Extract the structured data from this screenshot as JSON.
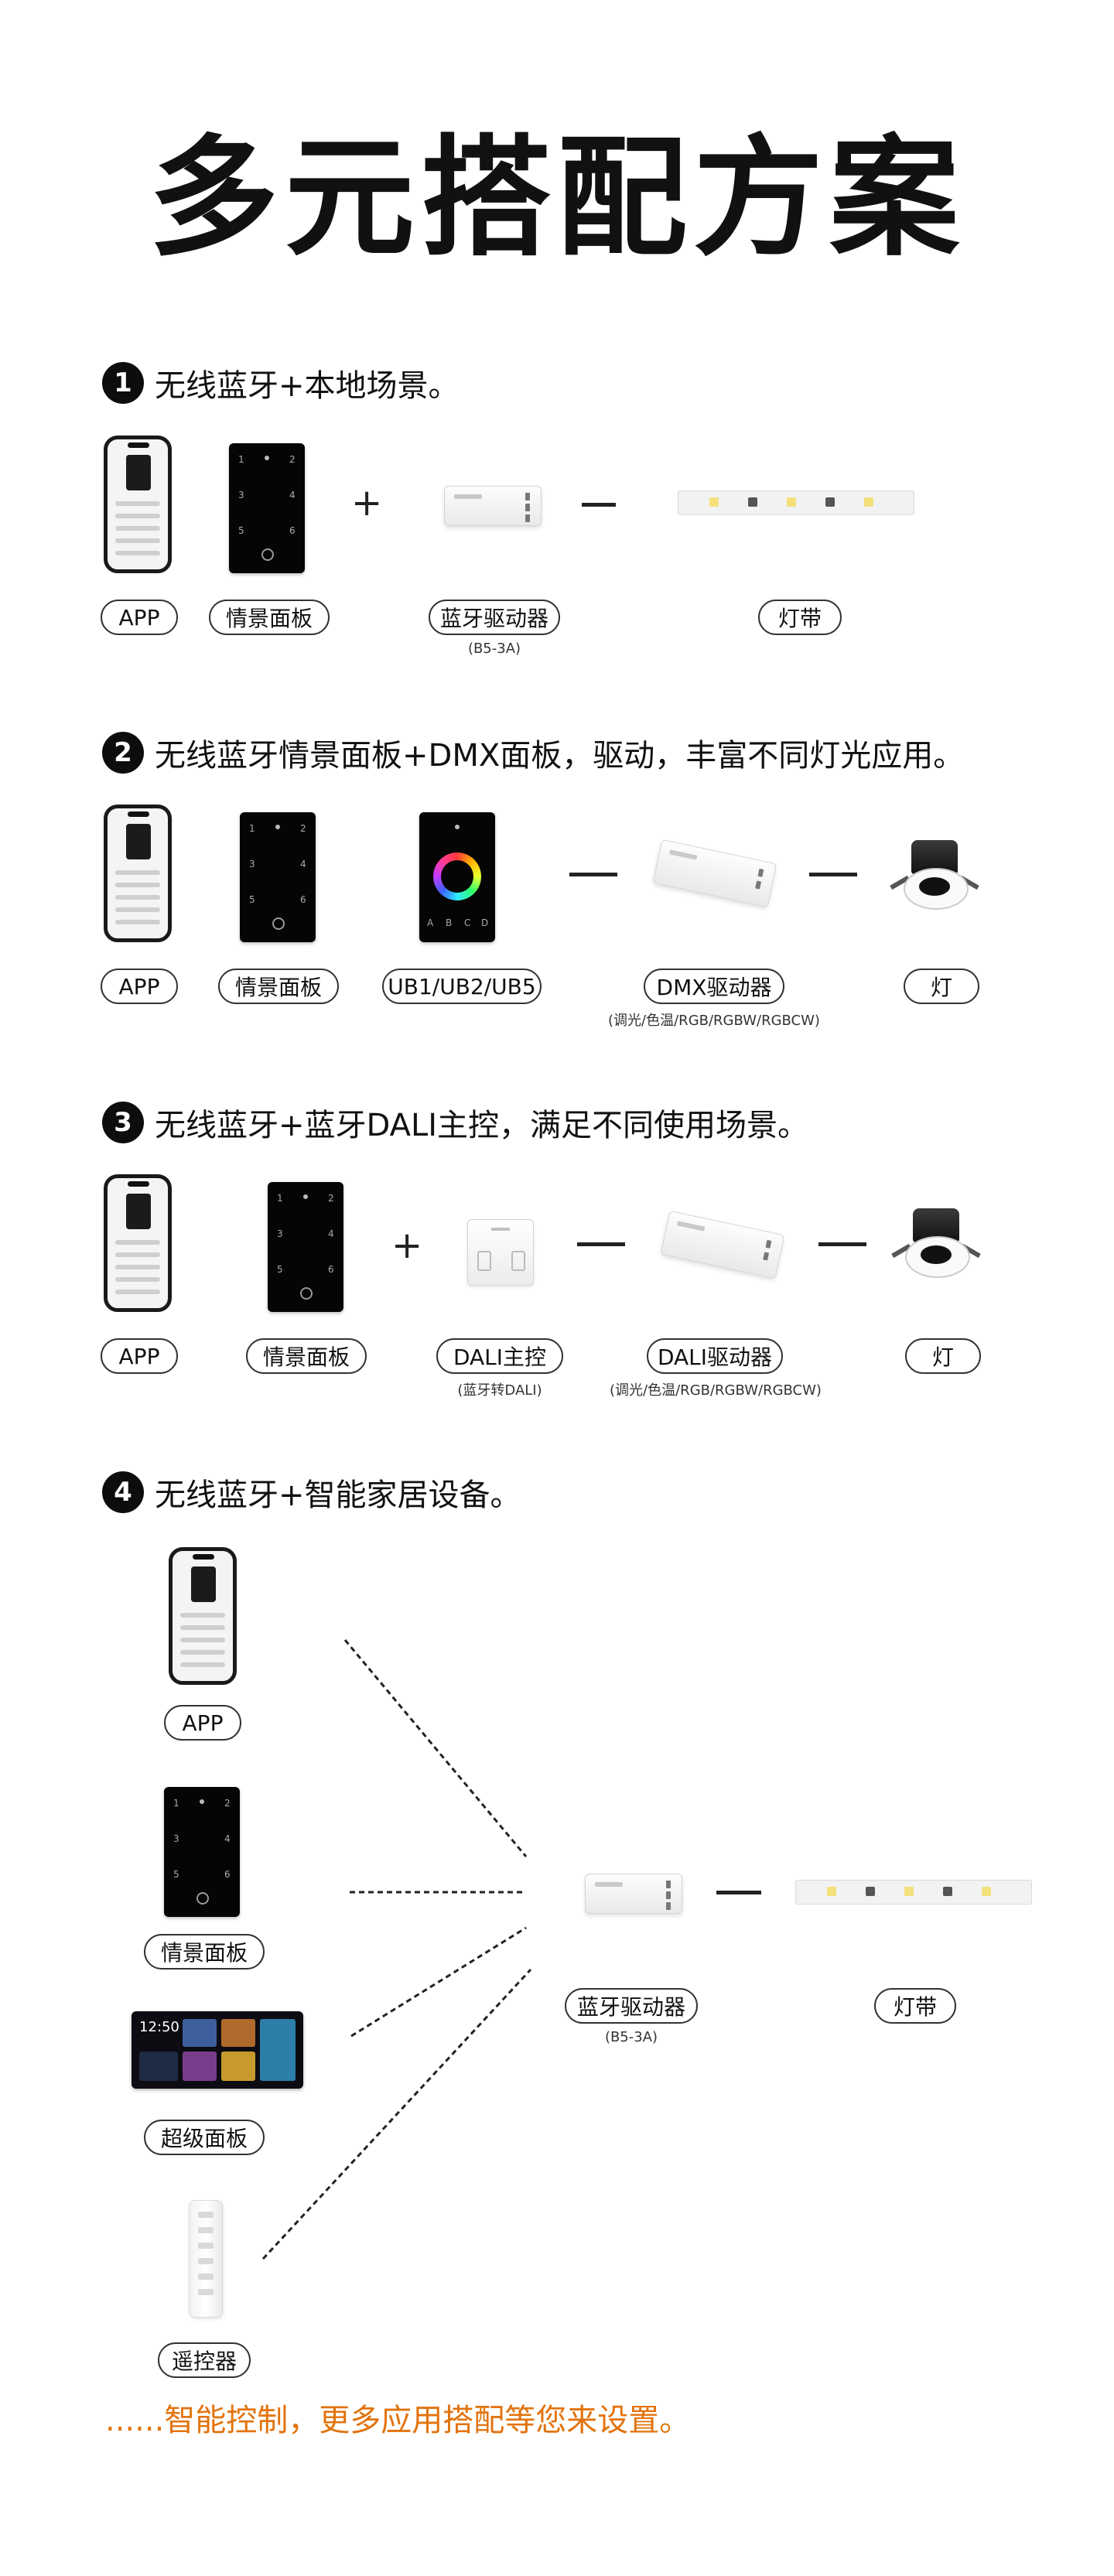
{
  "title": "多元搭配方案",
  "sections": [
    {
      "number": "1",
      "heading": "无线蓝牙+本地场景。",
      "labels": [
        "APP",
        "情景面板",
        "蓝牙驱动器",
        "灯带"
      ],
      "sublabels": {
        "driver": "(B5-3A)"
      },
      "operators": [
        "+",
        "—"
      ]
    },
    {
      "number": "2",
      "heading": "无线蓝牙情景面板+DMX面板，驱动，丰富不同灯光应用。",
      "labels": [
        "APP",
        "情景面板",
        "UB1/UB2/UB5",
        "DMX驱动器",
        "灯"
      ],
      "sublabels": {
        "driver": "(调光/色温/RGB/RGBW/RGBCW)"
      },
      "operators": [
        "—",
        "—"
      ]
    },
    {
      "number": "3",
      "heading": "无线蓝牙+蓝牙DALI主控，满足不同使用场景。",
      "labels": [
        "APP",
        "情景面板",
        "DALI主控",
        "DALI驱动器",
        "灯"
      ],
      "sublabels": {
        "master": "(蓝牙转DALI)",
        "driver": "(调光/色温/RGB/RGBW/RGBCW)"
      },
      "operators": [
        "+",
        "—",
        "—"
      ]
    },
    {
      "number": "4",
      "heading": "无线蓝牙+智能家居设备。",
      "labels": [
        "APP",
        "情景面板",
        "超级面板",
        "遥控器",
        "蓝牙驱动器",
        "灯带"
      ],
      "sublabels": {
        "driver": "(B5-3A)"
      },
      "superpanel_clock": "12:50",
      "operators": [
        "—"
      ]
    }
  ],
  "footer": "......智能控制，更多应用搭配等您来设置。",
  "colors": {
    "accent": "#e2730d",
    "text": "#111111",
    "panel": "#050505"
  },
  "icons": [
    "phone-app",
    "scene-panel",
    "dmx-panel",
    "bluetooth-driver",
    "led-strip",
    "downlight",
    "dali-master",
    "super-panel",
    "remote-control"
  ]
}
